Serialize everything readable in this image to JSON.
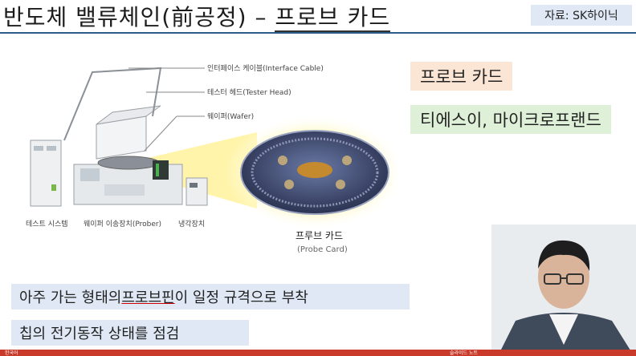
{
  "title": {
    "prefix": "반도체 밸류체인(前공정) – ",
    "underlined": "프로브 카드"
  },
  "source": "자료: SK하이닉",
  "tags": {
    "probe": "프로브 카드",
    "company": "티에스이, 마이크로프랜드"
  },
  "notes": {
    "line1_before": "아주 가는 형태의 ",
    "line1_underlined": "프로브핀",
    "line1_after": "이 일정 규격으로 부착",
    "line2": "칩의 전기동작 상태를 점검"
  },
  "diagram": {
    "callouts": [
      "인터페이스 케이블(Interface Cable)",
      "테스터 헤드(Tester Head)",
      "웨이퍼(Wafer)"
    ],
    "captions": [
      "테스트 시스템",
      "웨이퍼 이송장치(Prober)",
      "냉각장치"
    ],
    "probe_card_ko": "프루브 카드",
    "probe_card_en": "(Probe Card)"
  },
  "taskbar": {
    "left": "한국어",
    "right": "슬라이드 노트"
  },
  "colors": {
    "title_rule": "#2a5c8a",
    "note_bg": "#dfe8f4",
    "probe_tag_bg": "#fbe6d6",
    "company_tag_bg": "#dff0d8",
    "taskbar": "#c93a2a"
  }
}
